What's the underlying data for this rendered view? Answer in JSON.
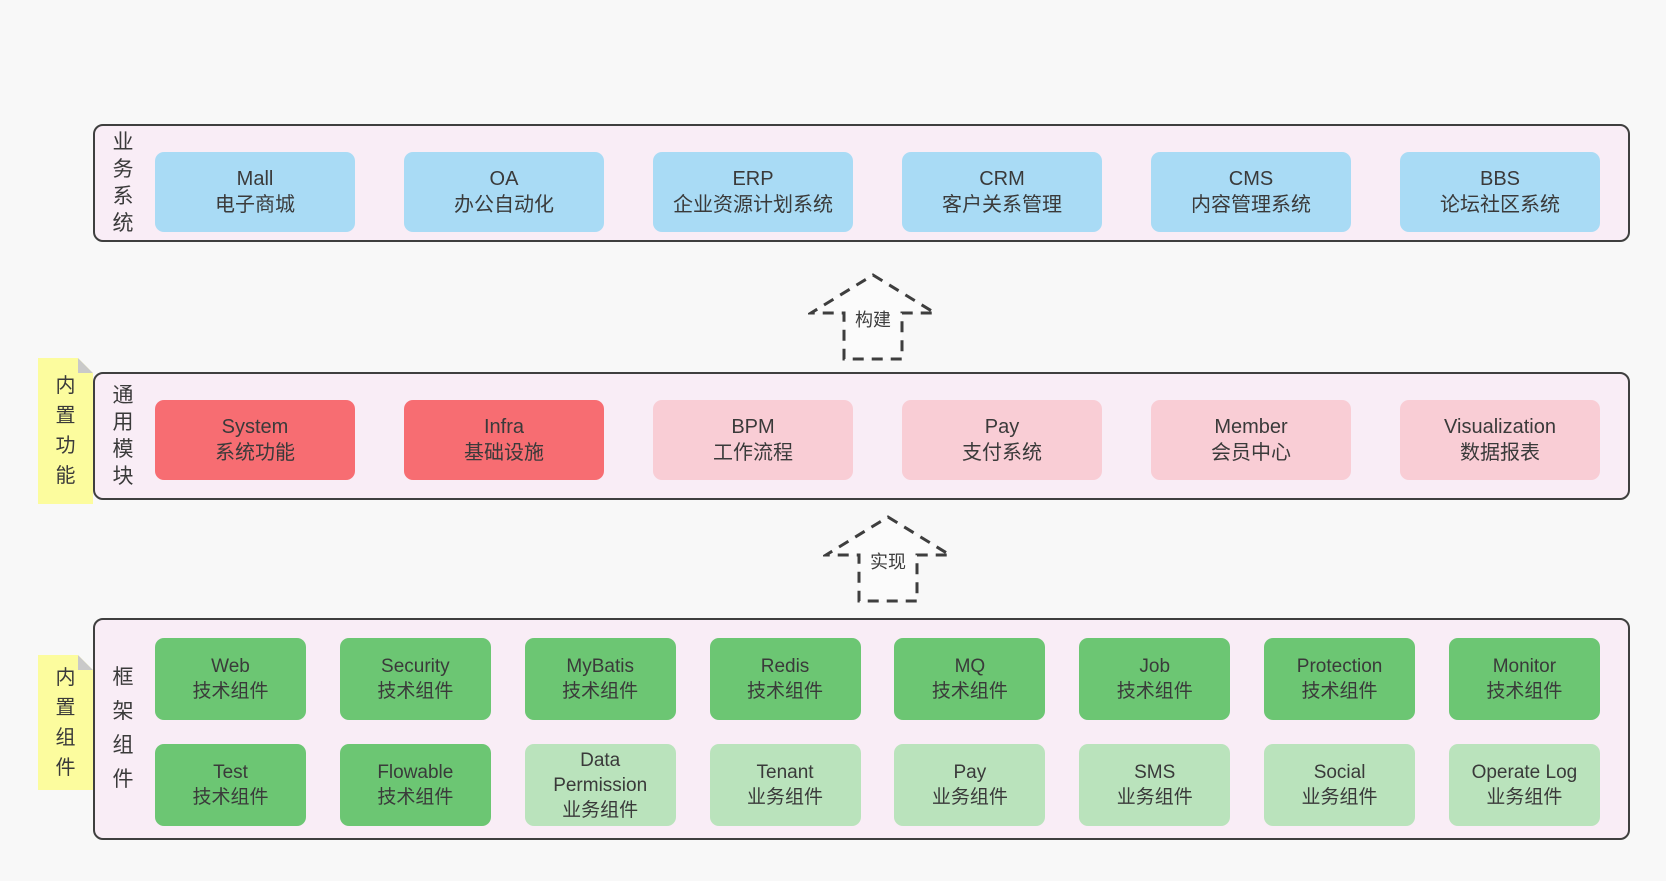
{
  "colors": {
    "pageBg": "#f8f8f8",
    "panelBg": "#f9edf6",
    "panelBorder": "#3f3f3f",
    "blue": "#a9dbf5",
    "red": "#f76d72",
    "pink": "#f9cdd5",
    "green": "#6cc673",
    "lightGreen": "#bae3bc",
    "noteBg": "#fcfc9e",
    "noteFold": "#c9c9c9",
    "text": "#3a3a3a"
  },
  "layers": [
    {
      "label": "业务系统",
      "boxes": [
        {
          "title": "Mall",
          "subtitle": "电子商城"
        },
        {
          "title": "OA",
          "subtitle": "办公自动化"
        },
        {
          "title": "ERP",
          "subtitle": "企业资源计划系统"
        },
        {
          "title": "CRM",
          "subtitle": "客户关系管理"
        },
        {
          "title": "CMS",
          "subtitle": "内容管理系统"
        },
        {
          "title": "BBS",
          "subtitle": "论坛社区系统"
        }
      ]
    },
    {
      "label": "通用模块",
      "note": "内置功能",
      "boxes": [
        {
          "title": "System",
          "subtitle": "系统功能"
        },
        {
          "title": "Infra",
          "subtitle": "基础设施"
        },
        {
          "title": "BPM",
          "subtitle": "工作流程"
        },
        {
          "title": "Pay",
          "subtitle": "支付系统"
        },
        {
          "title": "Member",
          "subtitle": "会员中心"
        },
        {
          "title": "Visualization",
          "subtitle": "数据报表"
        }
      ]
    },
    {
      "label": "框架组件",
      "note": "内置组件",
      "rows": [
        [
          {
            "title": "Web",
            "subtitle": "技术组件"
          },
          {
            "title": "Security",
            "subtitle": "技术组件"
          },
          {
            "title": "MyBatis",
            "subtitle": "技术组件"
          },
          {
            "title": "Redis",
            "subtitle": "技术组件"
          },
          {
            "title": "MQ",
            "subtitle": "技术组件"
          },
          {
            "title": "Job",
            "subtitle": "技术组件"
          },
          {
            "title": "Protection",
            "subtitle": "技术组件"
          },
          {
            "title": "Monitor",
            "subtitle": "技术组件"
          }
        ],
        [
          {
            "title": "Test",
            "subtitle": "技术组件"
          },
          {
            "title": "Flowable",
            "subtitle": "技术组件"
          },
          {
            "title": "Data Permission",
            "subtitle": "业务组件"
          },
          {
            "title": "Tenant",
            "subtitle": "业务组件"
          },
          {
            "title": "Pay",
            "subtitle": "业务组件"
          },
          {
            "title": "SMS",
            "subtitle": "业务组件"
          },
          {
            "title": "Social",
            "subtitle": "业务组件"
          },
          {
            "title": "Operate Log",
            "subtitle": "业务组件"
          }
        ]
      ]
    }
  ],
  "arrows": [
    {
      "label": "构建"
    },
    {
      "label": "实现"
    }
  ]
}
